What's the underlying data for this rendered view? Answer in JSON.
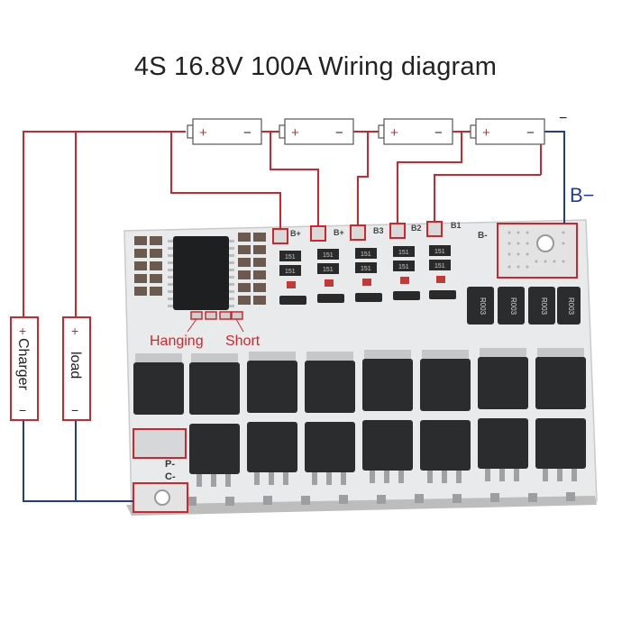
{
  "diagram": {
    "title": "4S 16.8V 100A Wiring diagram",
    "cells": [
      {
        "plus": "+",
        "minus": "−"
      },
      {
        "plus": "+",
        "minus": "−"
      },
      {
        "plus": "+",
        "minus": "−"
      },
      {
        "plus": "+",
        "minus": "−"
      }
    ],
    "pack_negative_sign": "−",
    "b_minus_label": "B−",
    "board_labels": {
      "b_plus": "B+",
      "b3": "B3",
      "b2": "B2",
      "b1": "B1",
      "b_minus": "B-",
      "p_minus": "P-",
      "c_minus": "C-"
    },
    "resistor_code": "R003",
    "chip_resistor_code": "151",
    "hanging_label": "Hanging",
    "short_label": "Short",
    "charger": {
      "plus": "+",
      "label": "Charger",
      "minus": "−"
    },
    "load": {
      "plus": "+",
      "label": "load",
      "minus": "−"
    },
    "colors": {
      "positive_wire": "#d0262b",
      "negative_wire": "#1f3b9c",
      "board": "#f1f2f3",
      "mosfet": "#2b2c2e",
      "label_red": "#d0262b"
    }
  }
}
